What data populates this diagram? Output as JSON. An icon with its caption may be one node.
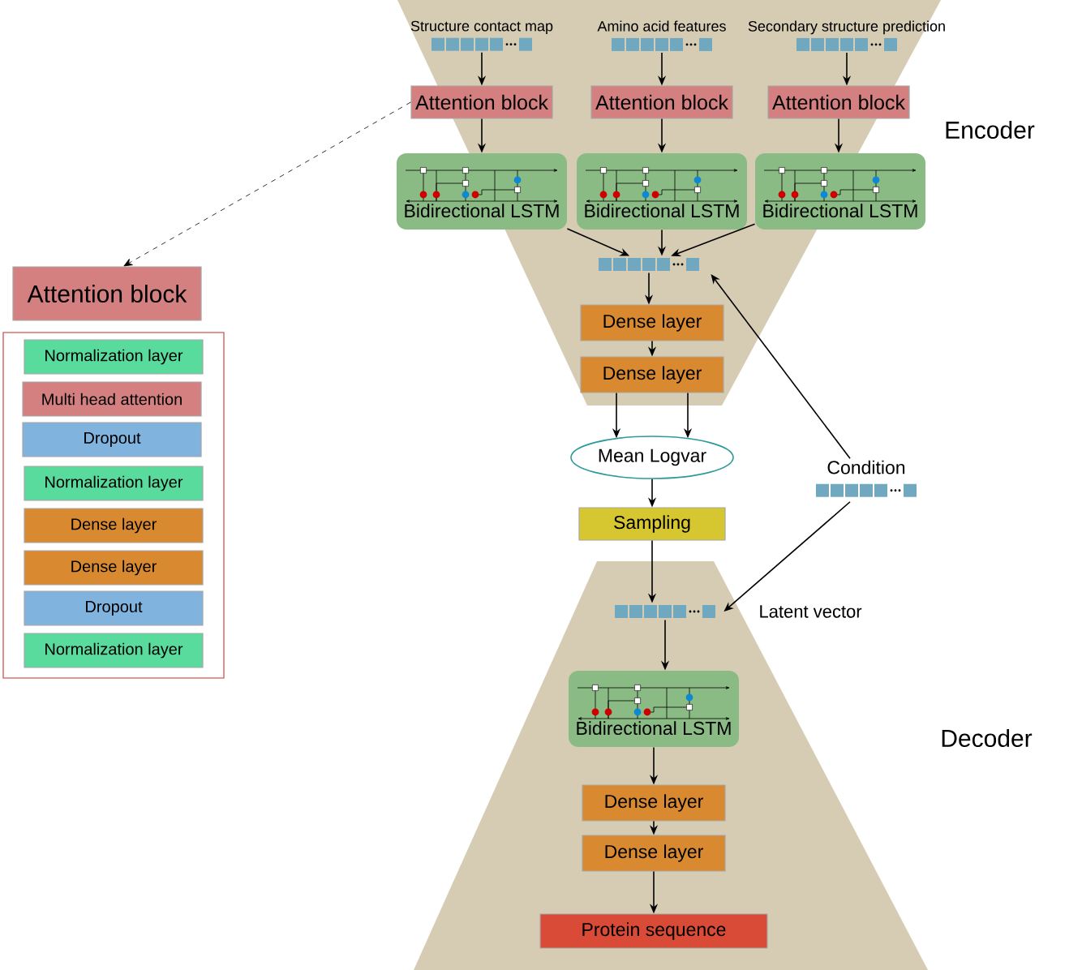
{
  "diagram": {
    "nodes": [
      {
        "text": [
          "Structure contact map"
        ]
      },
      {
        "text": [
          "Amino acid features"
        ]
      },
      {
        "text": [
          "Secondary structure prediction"
        ]
      },
      {
        "text": [
          "Attention block"
        ]
      },
      {
        "text": [
          "Attention block"
        ]
      },
      {
        "text": [
          "Attention block"
        ]
      },
      {
        "text": [
          "Bidirectional LSTM"
        ]
      },
      {
        "text": [
          "Bidirectional LSTM"
        ]
      },
      {
        "text": [
          "Bidirectional LSTM"
        ]
      },
      {
        "text": [],
        "shape": "bar"
      },
      {
        "text": [
          "Dense layer"
        ]
      },
      {
        "text": [
          "Dense layer"
        ]
      },
      {
        "text": [
          "Mean Logvar"
        ]
      },
      {
        "text": [
          "Sampling"
        ]
      },
      {
        "text": [
          "Condition"
        ]
      },
      {
        "text": [],
        "shape": "bar",
        "beside": [
          "Latent vector"
        ]
      },
      {
        "text": [
          "Bidirectional LSTM"
        ]
      },
      {
        "text": [
          "Dense layer"
        ]
      },
      {
        "text": [
          "Dense layer"
        ]
      },
      {
        "text": [
          "Protein sequence"
        ]
      },
      {
        "text": [
          "Attention block"
        ]
      },
      {
        "text": [],
        "shape": "box"
      },
      {
        "text": [
          "Normalization layer"
        ],
        "in": 21
      },
      {
        "text": [
          "Multi head attention"
        ],
        "in": 21
      },
      {
        "text": [
          "Dropout"
        ],
        "in": 21
      },
      {
        "text": [
          "Normalization layer"
        ],
        "in": 21
      },
      {
        "text": [
          "Dense layer"
        ],
        "in": 21
      },
      {
        "text": [
          "Dense layer"
        ],
        "in": 21
      },
      {
        "text": [
          "Dropout"
        ],
        "in": 21
      },
      {
        "text": [
          "Normalization layer"
        ],
        "in": 21
      }
    ],
    "edges": [
      {
        "from": 0,
        "to": 3,
        "arrow": "to"
      },
      {
        "from": 1,
        "to": 4,
        "arrow": "to"
      },
      {
        "from": 2,
        "to": 5,
        "arrow": "to"
      },
      {
        "from": 3,
        "to": 6,
        "arrow": "to"
      },
      {
        "from": 4,
        "to": 7,
        "arrow": "to"
      },
      {
        "from": 5,
        "to": 8,
        "arrow": "to"
      },
      {
        "from": 6,
        "to": 9,
        "arrow": "to"
      },
      {
        "from": 7,
        "to": 9,
        "arrow": "to"
      },
      {
        "from": 8,
        "to": 9,
        "arrow": "to"
      },
      {
        "from": 9,
        "to": 10,
        "arrow": "to"
      },
      {
        "from": 10,
        "to": 11,
        "arrow": "to"
      },
      {
        "from": 11,
        "to": 12,
        "arrow": "to"
      },
      {
        "from": 11,
        "to": 12,
        "arrow": "to"
      },
      {
        "from": 12,
        "to": 13,
        "arrow": "to"
      },
      {
        "from": 13,
        "to": 15,
        "arrow": "to"
      },
      {
        "from": 14,
        "to": 9,
        "arrow": "to"
      },
      {
        "from": 14,
        "to": 15,
        "arrow": "to"
      },
      {
        "from": 15,
        "to": 16,
        "arrow": "to"
      },
      {
        "from": 16,
        "to": 17,
        "arrow": "to"
      },
      {
        "from": 17,
        "to": 18,
        "arrow": "to"
      },
      {
        "from": 18,
        "to": 19,
        "arrow": "to"
      },
      {
        "from": 3,
        "to": 20,
        "arrow": "to",
        "style": "dashed"
      }
    ],
    "labels": [
      "Encoder",
      "Decoder"
    ]
  }
}
